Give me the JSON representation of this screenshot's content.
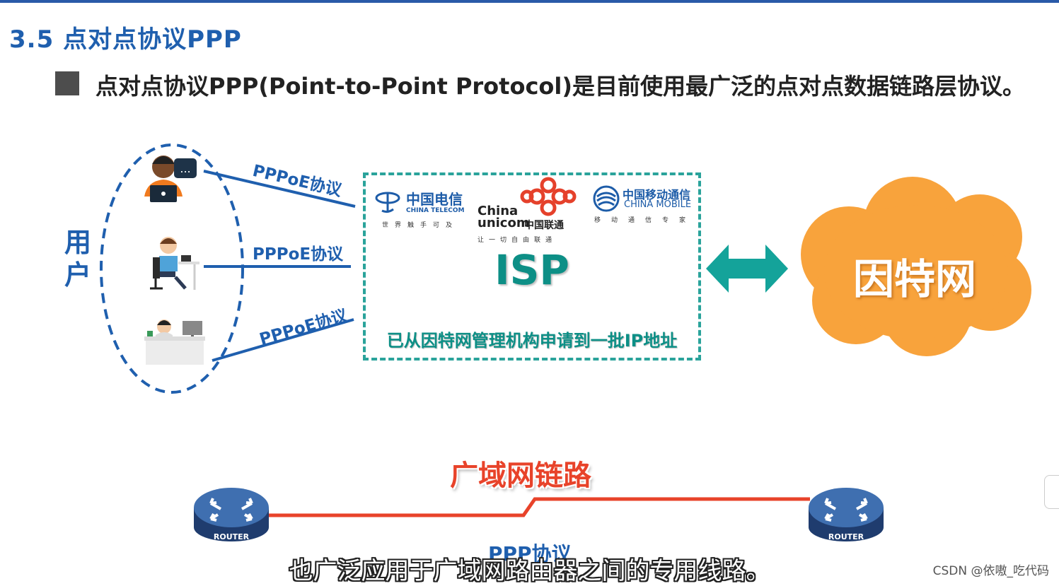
{
  "slide": {
    "title": "3.5 点对点协议PPP",
    "bullet": "点对点协议PPP(Point-to-Point Protocol)是目前使用最广泛的点对点数据链路层协议。"
  },
  "diagram": {
    "users_label": "用户",
    "links": [
      "PPPoE协议",
      "PPPoE协议",
      "PPPoE协议"
    ],
    "isp": {
      "label": "ISP",
      "note": "已从因特网管理机构申请到一批IP地址",
      "logos": {
        "telecom": {
          "cn": "中国电信",
          "en": "CHINA TELECOM",
          "slogan": "世界触手可及"
        },
        "unicom": {
          "en1": "China",
          "en2": "unicom",
          "cn": "中国联通",
          "slogan": "让一切自由联通"
        },
        "mobile": {
          "cn": "中国移动通信",
          "en": "CHINA MOBILE",
          "slogan": "移动通信专家"
        }
      }
    },
    "internet_label": "因特网",
    "colors": {
      "blue": "#1f5fae",
      "teal": "#0d8f86",
      "orange": "#f8a33c",
      "red": "#e8432a"
    }
  },
  "wan": {
    "title": "广域网链路",
    "router_label": "ROUTER",
    "protocol_label": "PPP协议"
  },
  "subtitle": "也广泛应用于广域网路由器之间的专用线路。",
  "watermark": "CSDN @依嗷_吃代码"
}
